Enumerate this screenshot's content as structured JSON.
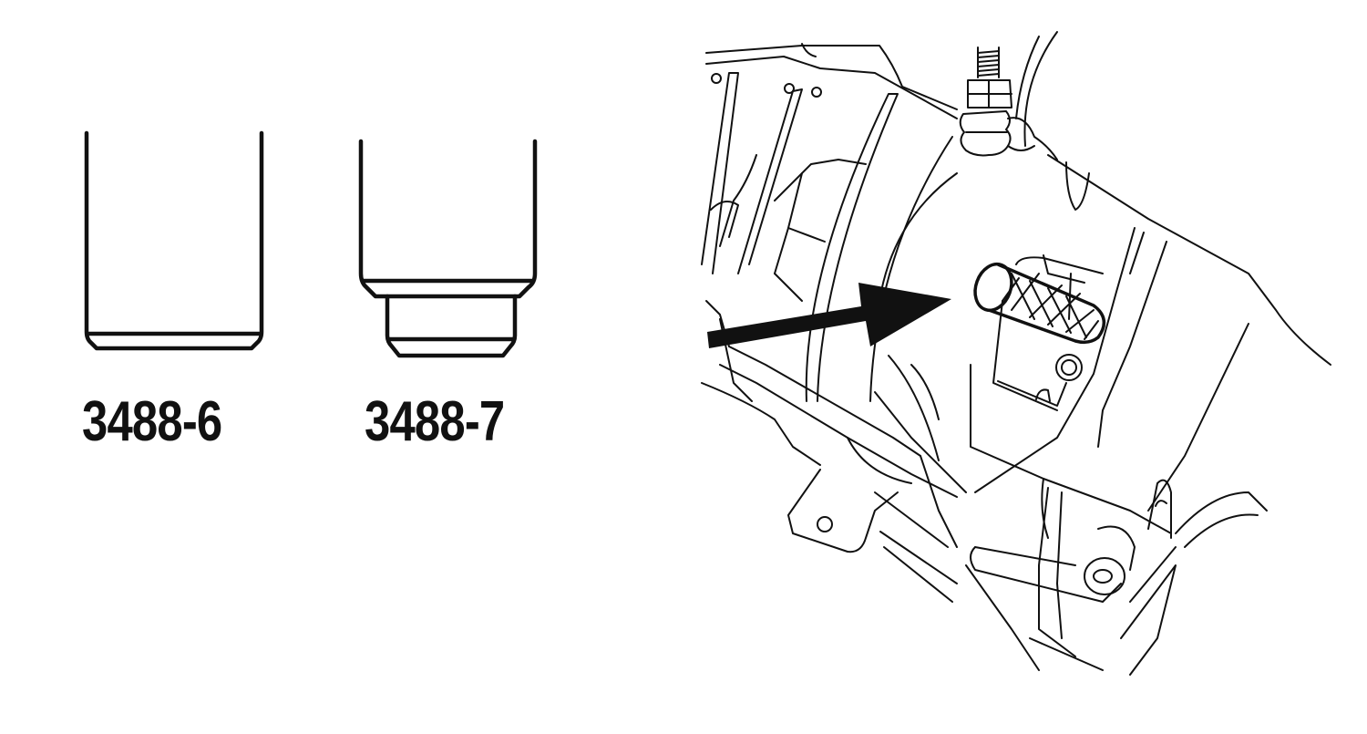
{
  "figure": {
    "tools": [
      {
        "label": "3488-6"
      },
      {
        "label": "3488-7"
      }
    ],
    "illustration": {
      "pointer": "arrow-icon",
      "highlighted_part": "knurled-pin"
    },
    "colors": {
      "ink": "#111111",
      "background": "#ffffff"
    }
  }
}
